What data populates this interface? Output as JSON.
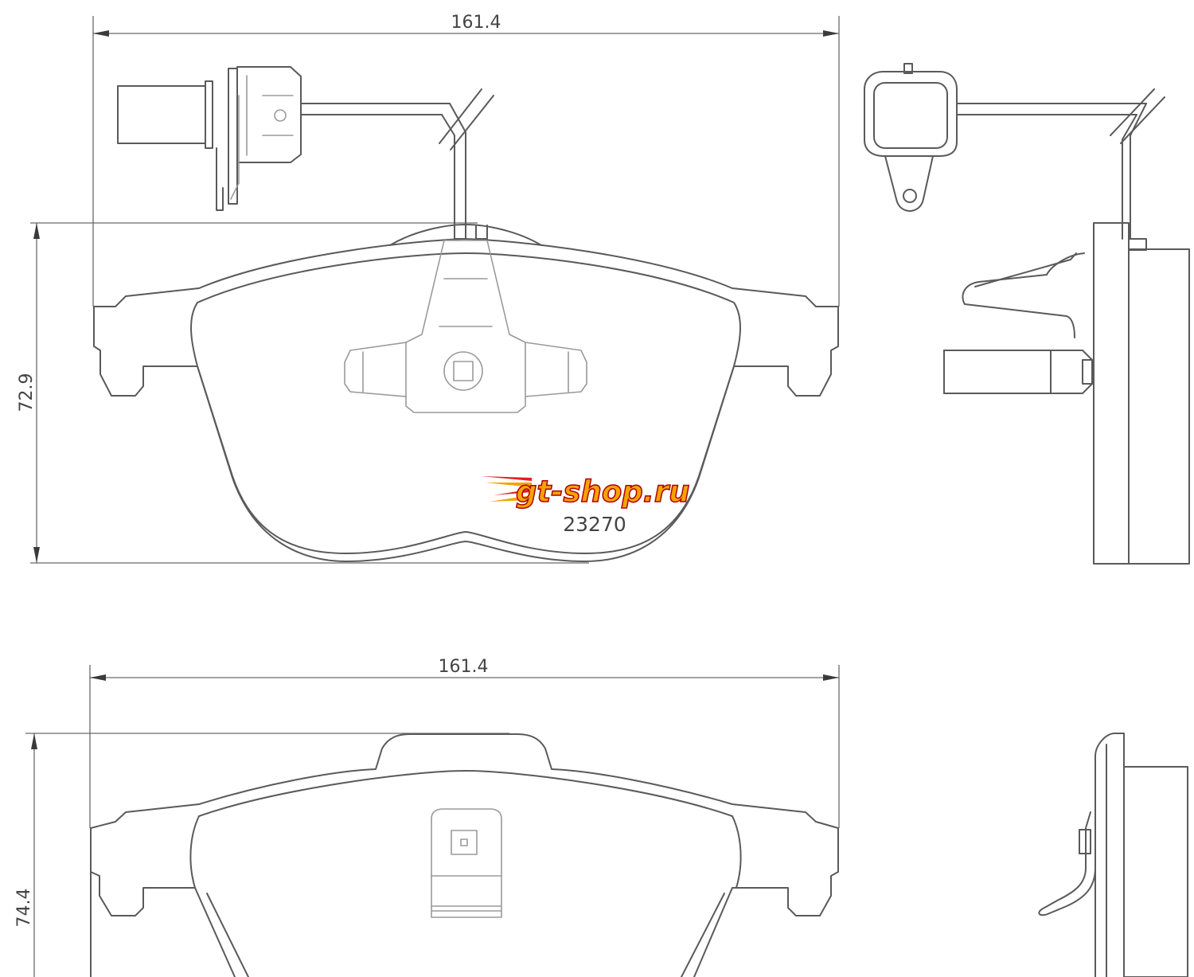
{
  "dimensions": {
    "top_width": "161.4",
    "top_height": "72.9",
    "bottom_width": "161.4",
    "bottom_height": "74.4"
  },
  "part_number": "23270",
  "watermark": {
    "text": "gt-shop.ru",
    "colors": {
      "fill": "#f5a300",
      "outline": "#b00000",
      "streak": "#e02020"
    }
  },
  "colors": {
    "outline": "#5a5a5a",
    "detail": "#9a9a9a",
    "dimension": "#6a6a6a"
  }
}
